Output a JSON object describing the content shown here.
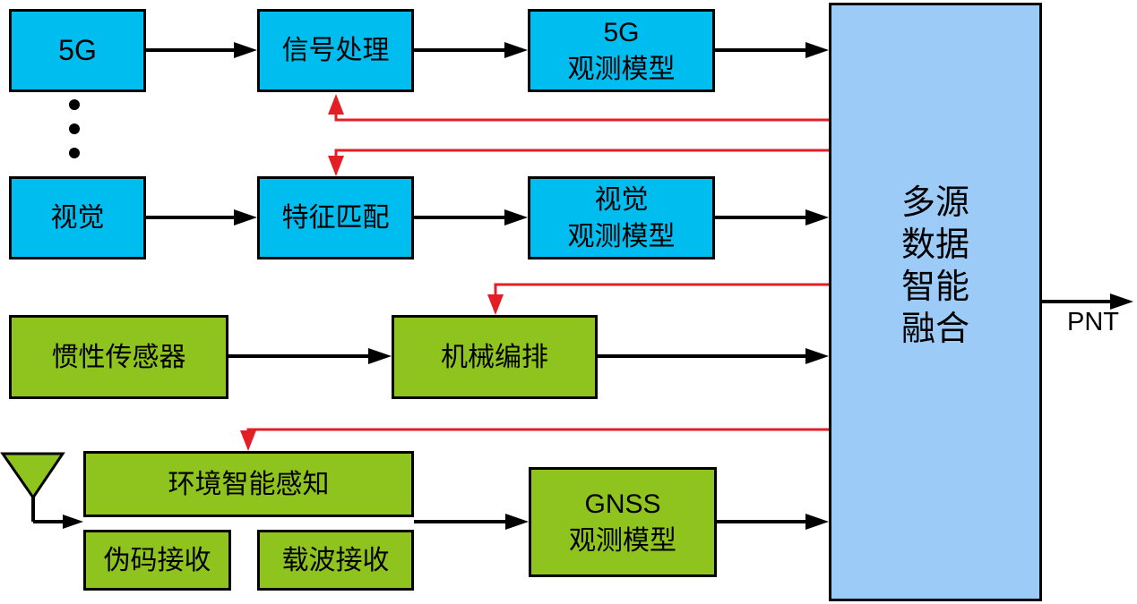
{
  "diagram": {
    "nodes": {
      "g5": {
        "label": "5G"
      },
      "signal": {
        "label": "信号处理"
      },
      "g5_model": {
        "label": "5G\n观测模型"
      },
      "vision": {
        "label": "视觉"
      },
      "feature": {
        "label": "特征匹配"
      },
      "vision_model": {
        "label": "视觉\n观测模型"
      },
      "imu": {
        "label": "惯性传感器"
      },
      "mech": {
        "label": "机械编排"
      },
      "env": {
        "label": "环境智能感知"
      },
      "pseudo": {
        "label": "伪码接收"
      },
      "carrier": {
        "label": "载波接收"
      },
      "gnss_model": {
        "label": "GNSS\n观测模型"
      },
      "fusion": {
        "label": "多源\n数据\n智能\n融合"
      }
    },
    "output_label": "PNT",
    "colors": {
      "cyan": "#00BDF0",
      "green": "#8FC31E",
      "fusion_blue": "#9CCBF8",
      "red": "#E31E24",
      "line": "#000000"
    }
  }
}
